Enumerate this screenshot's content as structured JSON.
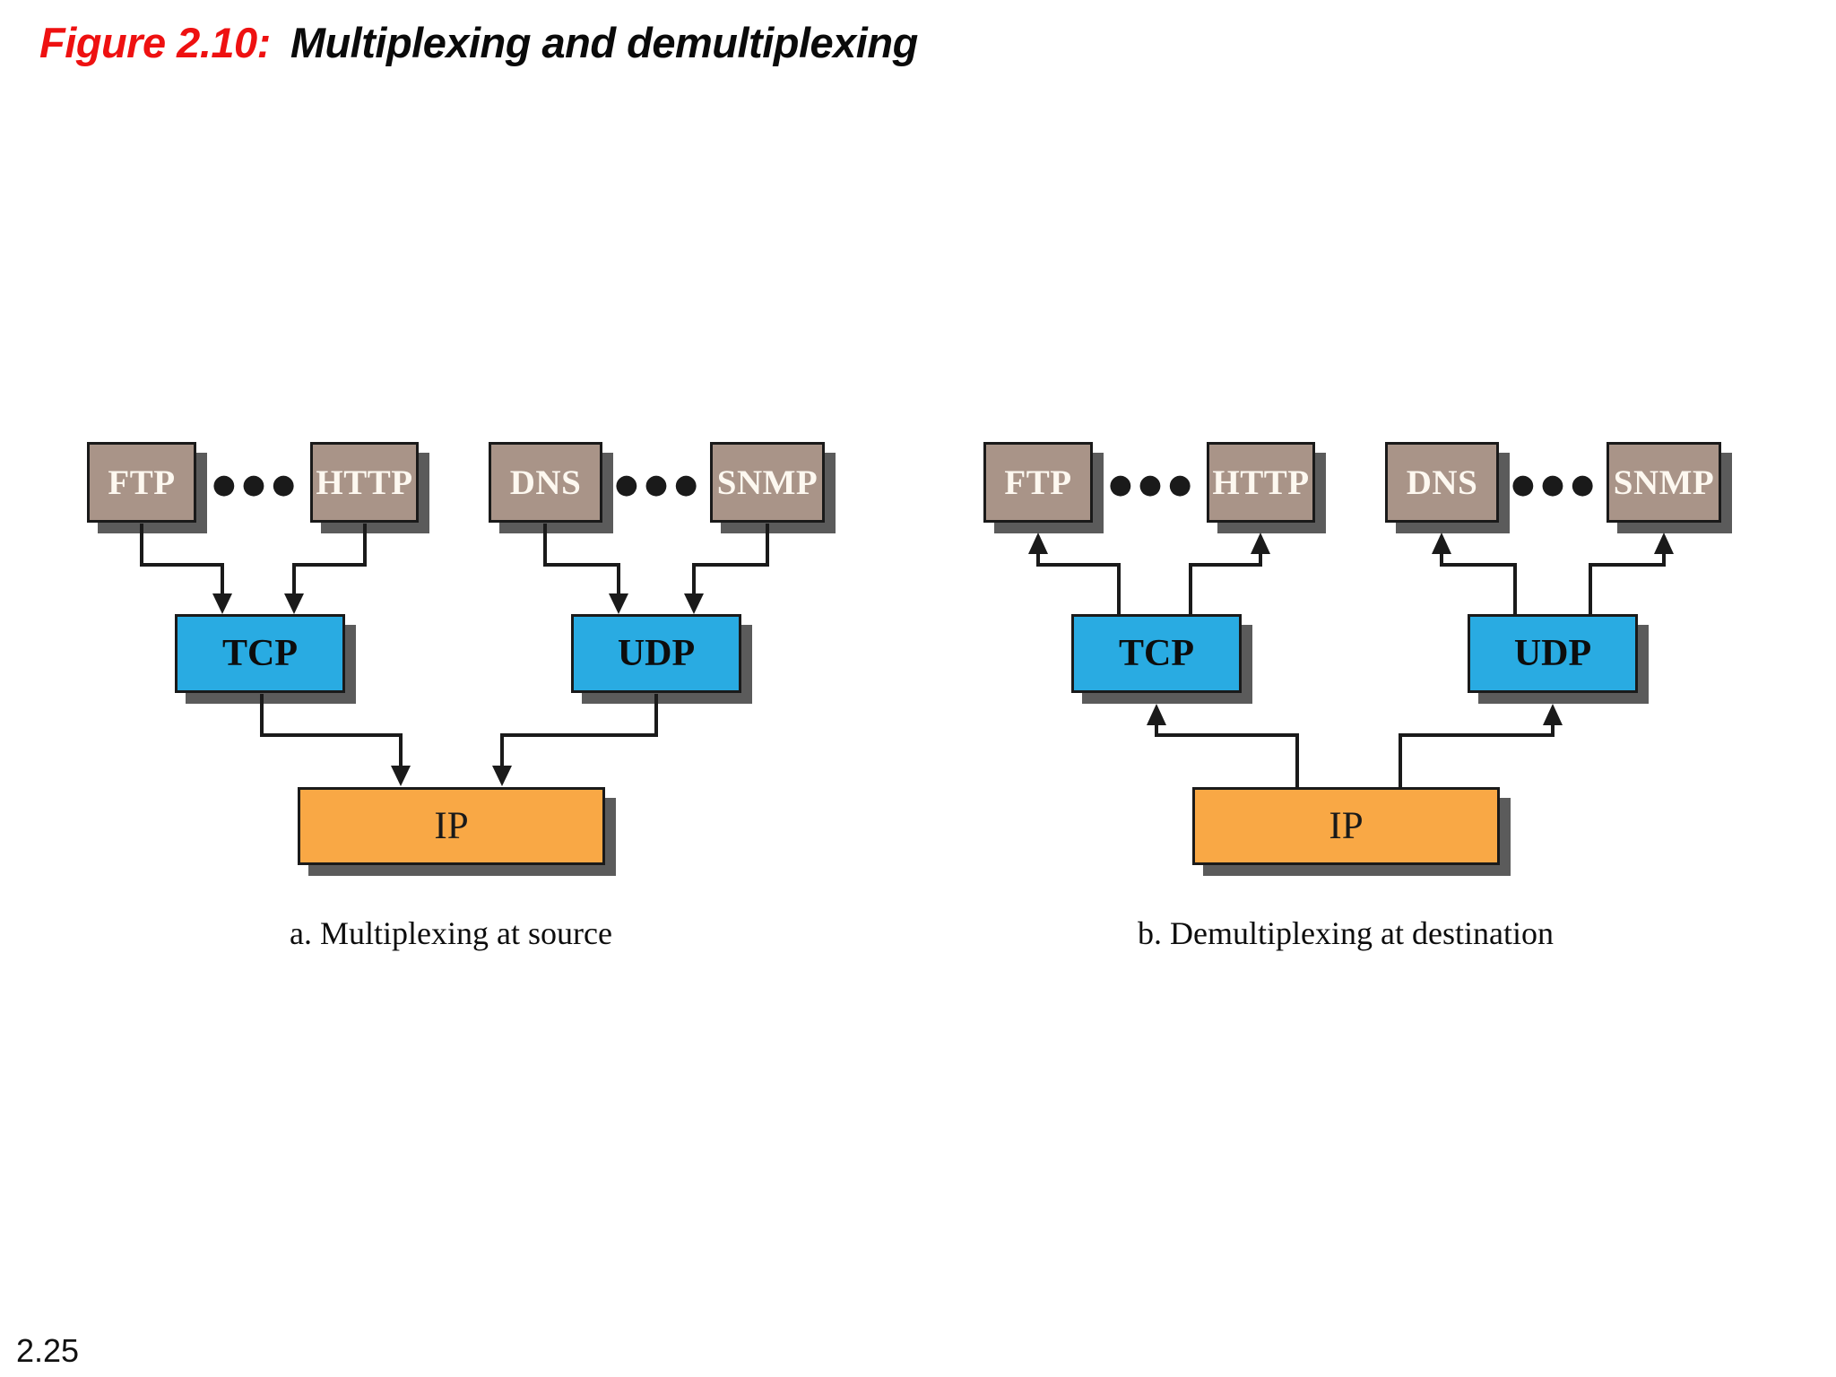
{
  "slide": {
    "title_prefix": "Figure 2.10:",
    "title": "Multiplexing and demultiplexing",
    "page_number": "2.25"
  },
  "colors": {
    "application_box_fill": "#A99488",
    "transport_box_fill": "#29ABE2",
    "network_box_fill": "#F9A845",
    "box_border": "#1A1A1A",
    "box_shadow": "#5B5B5B",
    "title_red": "#EE1111",
    "connector_line": "#1A1A1A"
  },
  "ellipsis": "●●●",
  "diagram_a": {
    "caption": "a. Multiplexing at source",
    "app_boxes": [
      {
        "label": "FTP"
      },
      {
        "label": "HTTP"
      },
      {
        "label": "DNS"
      },
      {
        "label": "SNMP"
      }
    ],
    "transport_boxes": [
      {
        "label": "TCP"
      },
      {
        "label": "UDP"
      }
    ],
    "network_box": {
      "label": "IP"
    }
  },
  "diagram_b": {
    "caption": "b. Demultiplexing at destination",
    "app_boxes": [
      {
        "label": "FTP"
      },
      {
        "label": "HTTP"
      },
      {
        "label": "DNS"
      },
      {
        "label": "SNMP"
      }
    ],
    "transport_boxes": [
      {
        "label": "TCP"
      },
      {
        "label": "UDP"
      }
    ],
    "network_box": {
      "label": "IP"
    }
  }
}
